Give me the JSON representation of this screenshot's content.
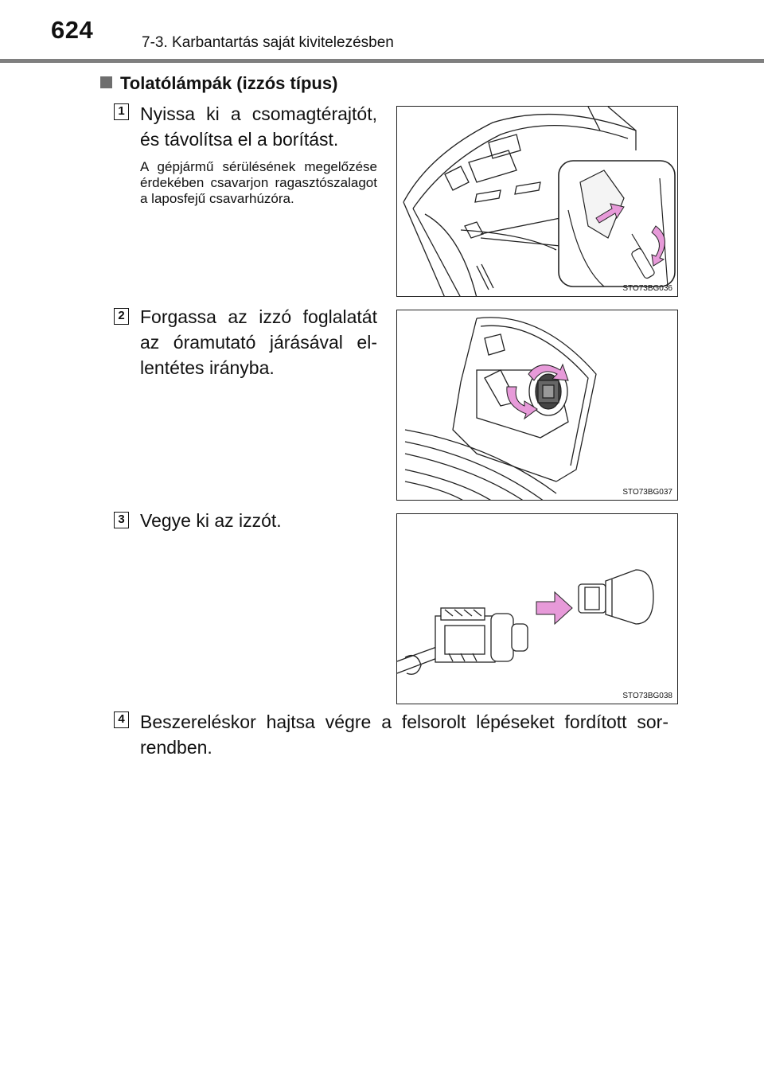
{
  "header": {
    "page_number": "624",
    "chapter_title": "7-3. Karbantartás saját kivitelezésben"
  },
  "section": {
    "heading": "Tolatólámpák (izzós típus)"
  },
  "steps": [
    {
      "number": "1",
      "text": "Nyissa ki a csomagtérajtót, és távolítsa el a borítást.",
      "note": "A gépjármű sérülésének meg­előzése érdekében csavarjon ragasztószalagot a laposfejű csavarhúzóra.",
      "figure_code": "STO73BG036"
    },
    {
      "number": "2",
      "text": "Forgassa az izzó foglalatát az óramutató járásával el­lentétes irányba.",
      "figure_code": "STO73BG037"
    },
    {
      "number": "3",
      "text": "Vegye ki az izzót.",
      "figure_code": "STO73BG038"
    },
    {
      "number": "4",
      "text": "Beszereléskor hajtsa végre a felsorolt lépéseket fordított sor­rendben."
    }
  ],
  "colors": {
    "arrow_fill": "#e79ad9",
    "header_rule": "#7f7f7f"
  }
}
